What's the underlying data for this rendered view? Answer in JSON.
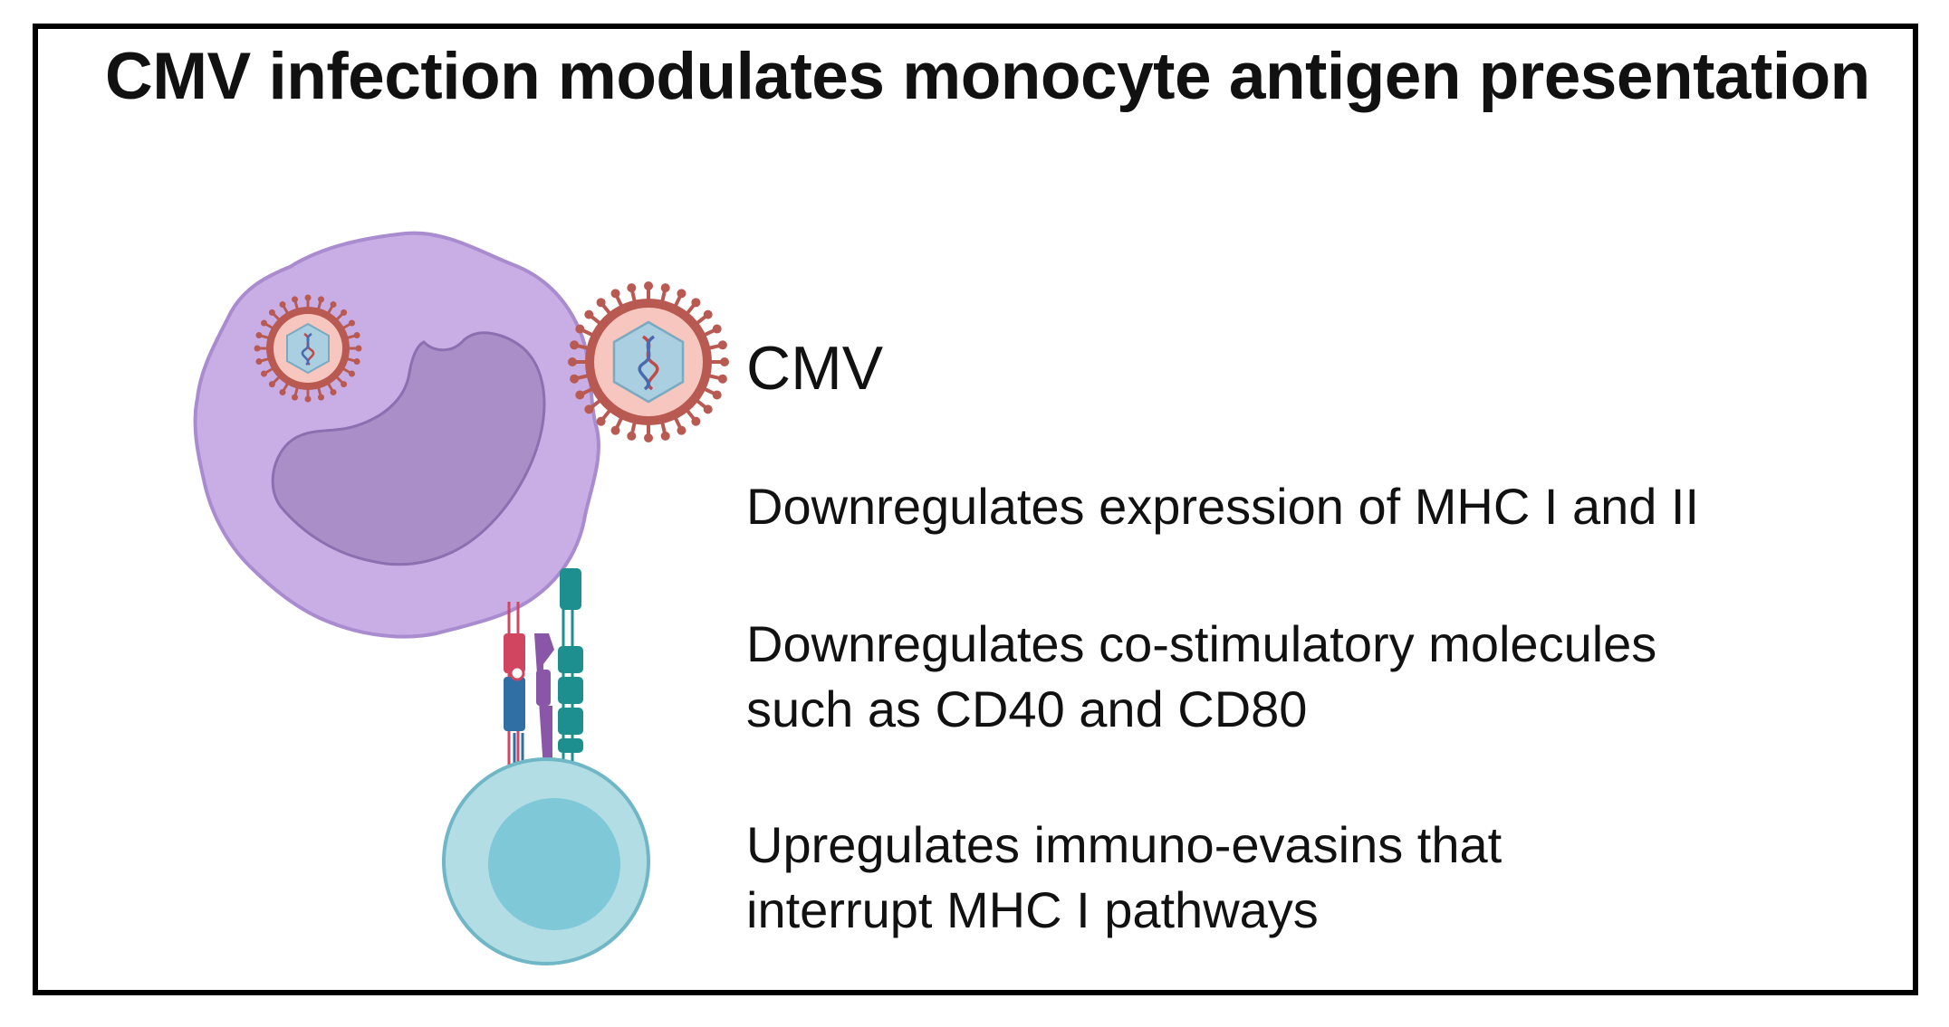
{
  "title": "CMV infection modulates monocyte antigen presentation",
  "virus_label": "CMV",
  "points": [
    {
      "lines": [
        "Downregulates expression of MHC I and II"
      ]
    },
    {
      "lines": [
        "Downregulates co-stimulatory molecules",
        "such as CD40 and CD80"
      ]
    },
    {
      "lines": [
        "Upregulates immuno-evasins that",
        "interrupt MHC I pathways"
      ]
    }
  ],
  "colors": {
    "monocyte_membrane": "#c9aee6",
    "monocyte_nucleus": "#aa8ec7",
    "virus_shell": "#b95a52",
    "virus_envelope": "#f6c6bf",
    "virus_capsid": "#a9cfe0",
    "tcell_membrane": "#b2dde4",
    "tcell_nucleus": "#7ec8d8",
    "receptor_red": "#d14560",
    "receptor_blue": "#2f6fa3",
    "receptor_purple": "#8a57a8",
    "receptor_teal": "#1e8f8f"
  },
  "icons": [
    "monocyte-icon",
    "virus-icon",
    "t-cell-icon",
    "receptor-icon"
  ]
}
